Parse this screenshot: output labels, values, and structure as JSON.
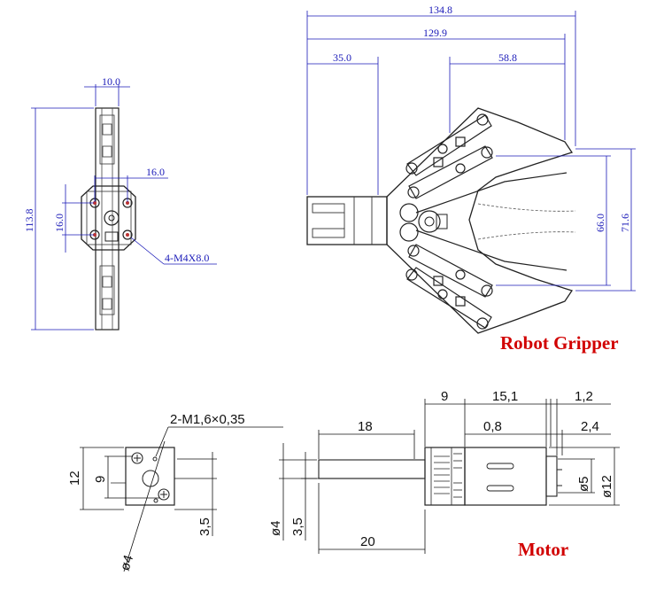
{
  "gripper": {
    "title": "Robot Gripper",
    "dims": {
      "overall_length": "134.8",
      "gripper_length": "129.9",
      "base_length": "35.0",
      "finger_length": "58.8",
      "inner_open": "66.0",
      "outer_open": "71.6",
      "side_height": "113.8",
      "side_width": "10.0",
      "hole_spacing_h": "16.0",
      "hole_spacing_v": "16.0",
      "screw_spec": "4-M4X8.0"
    }
  },
  "motor": {
    "title": "Motor",
    "dims": {
      "screw_spec": "2-M1,6×0,35",
      "height_12": "12",
      "hole_9": "9",
      "offset_35_left": "3,5",
      "dia_4_left": "ø4",
      "shaft_18": "18",
      "shaft_20": "20",
      "dia_4_side": "ø4",
      "offset_35_side": "3,5",
      "gearbox_9": "9",
      "body_151": "15,1",
      "gap_08": "0,8",
      "cap_12": "1,2",
      "cap_24": "2,4",
      "dia_5": "ø5",
      "dia_12": "ø12"
    }
  },
  "colors": {
    "gripper_dim": "#1a1ab8",
    "motor_dim": "#111111",
    "title": "#d10000"
  }
}
